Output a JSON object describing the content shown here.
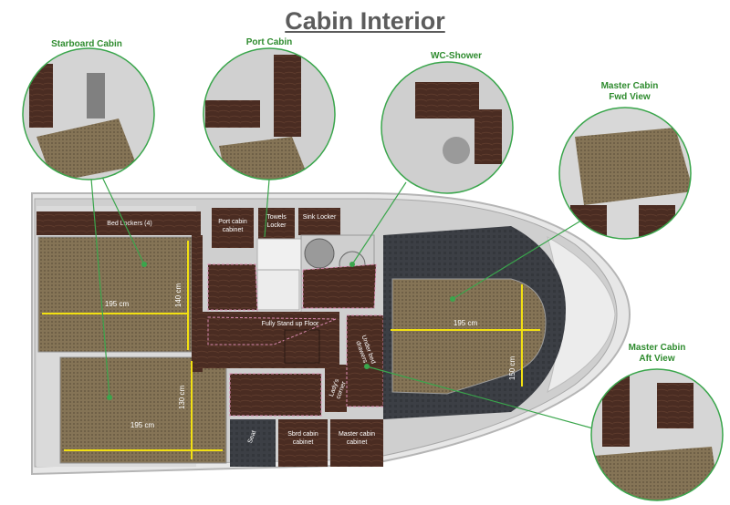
{
  "title": "Cabin Interior",
  "views": {
    "starboard_cabin": "Starboard Cabin",
    "port_cabin": "Port Cabin",
    "wc_shower": "WC-Shower",
    "master_fwd": "Master Cabin\nFwd View",
    "master_aft": "Master Cabin\nAft View"
  },
  "plan_labels": {
    "bed_lockers": "Bed Lockers (4)",
    "port_cabin_cabinet": "Port cabin\ncabinet",
    "towels_locker": "Towels\nLocker",
    "sink_locker": "Sink Locker",
    "fully_stand_up": "Fully Stand up  Floor",
    "under_bed_drawers": "Under bed\ndrawers",
    "ladys_corner": "Lady's\ncorner",
    "seat": "Seat",
    "sbrd_cabin_cabinet": "Sbrd cabin\ncabinet",
    "master_cabin_cabinet": "Master cabin\ncabinet"
  },
  "dimensions": {
    "upper_bed_width": "195 cm",
    "upper_bed_length": "140 cm",
    "lower_bed_width": "195 cm",
    "lower_bed_length": "130 cm",
    "master_bed_width": "195 cm",
    "master_bed_length": "150 cm"
  },
  "colors": {
    "leader_line": "#3aa64c",
    "dimension": "#f2e011",
    "title": "#5c5c5c",
    "bed_fabric": "#857456",
    "wood": "#4a2c22",
    "floor": "#3c3f45",
    "hull": "#e7e7e7",
    "dotted_outline": "#d98ab0"
  }
}
